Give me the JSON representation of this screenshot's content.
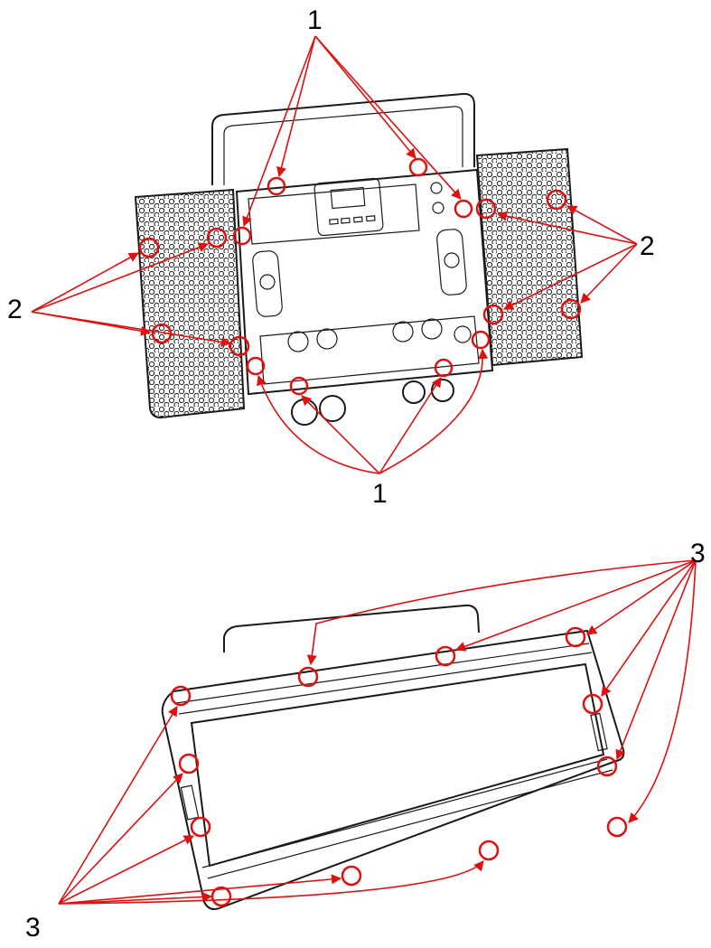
{
  "labels": {
    "top_label_1": "1",
    "bottom_label_1": "1",
    "left_label_2": "2",
    "right_label_2": "2",
    "top_right_label_3": "3",
    "bottom_left_label_3": "3"
  },
  "colors": {
    "callout": "#e01010",
    "line": "#1a1a1a",
    "background": "#ffffff"
  }
}
